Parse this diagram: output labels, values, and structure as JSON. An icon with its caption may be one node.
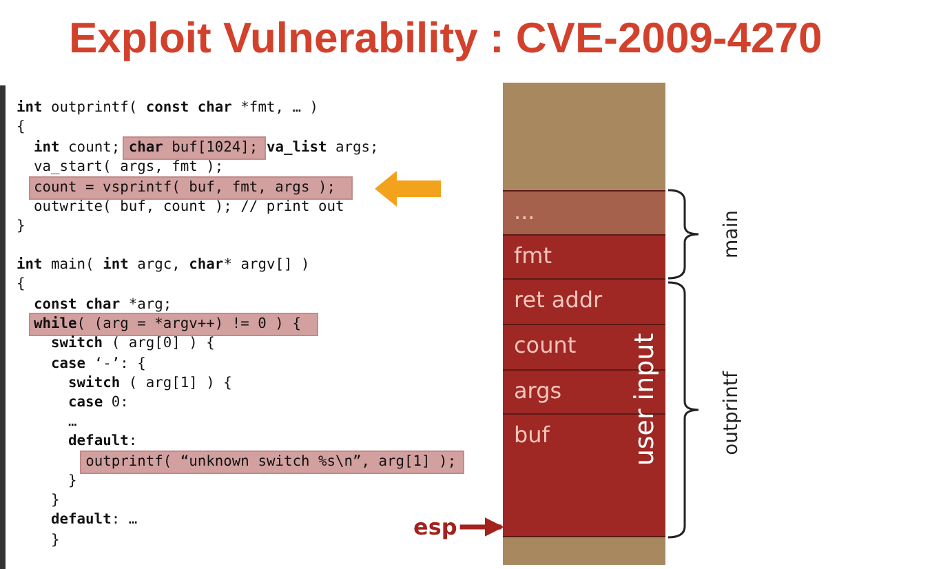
{
  "diagram": {
    "title": "Exploit Vulnerability : CVE-2009-4270",
    "nodes": [
      {
        "text": [
          "..."
        ]
      },
      {
        "text": [
          "fmt"
        ]
      },
      {
        "text": [
          "ret addr"
        ]
      },
      {
        "text": [
          "count"
        ]
      },
      {
        "text": [
          "args"
        ]
      },
      {
        "text": [
          "buf"
        ]
      },
      {
        "text": [
          "esp"
        ]
      }
    ],
    "edges": [
      {
        "from": 6,
        "to": 5,
        "arrow": "to"
      }
    ],
    "labels": [
      "**int** outprintf( **const char** *fmt, … )",
      "{",
      "**int** count; **char** buf[1024]; **va_list** args;",
      "va_start( args, fmt );",
      "count = vsprintf( buf, fmt, args );",
      "outwrite( buf, count ); // print out",
      "}",
      "**int** main( **int** argc, **char*** argv[] )",
      "{",
      "**const char** *arg;",
      "**while**( (arg = *argv++) != 0 ) {",
      "**switch** ( arg[0] ) {",
      "**case** ‘-’: {",
      "**switch** ( arg[1] ) {",
      "**case** 0:",
      "…",
      "**default**:",
      "outprintf( “unknown switch %s\\n”, arg[1] );",
      "}",
      "}",
      "**default**: …",
      "}",
      "main",
      "outprintf",
      "user input"
    ]
  }
}
